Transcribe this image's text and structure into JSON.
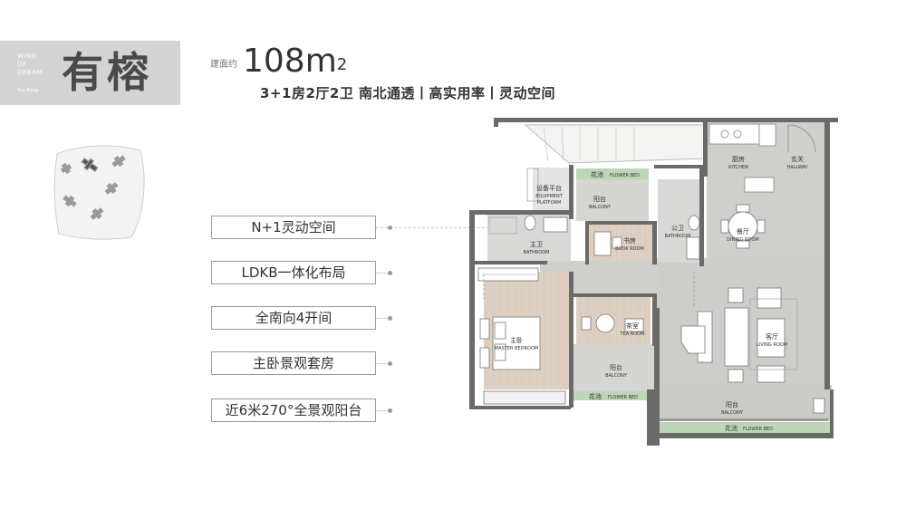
{
  "brand": {
    "en_line1": "WING",
    "en_line2": "OF",
    "en_line3": "DREAM",
    "en_sub": "You Rong",
    "cn_name": "有榕"
  },
  "unit": {
    "area_label": "建面约",
    "area_value": "108m",
    "area_exp": "2",
    "tagline": "3+1房2厅2卫  南北通透丨高实用率丨灵动空间"
  },
  "features": [
    "N+1灵动空间",
    "LDKB一体化布局",
    "全南向4开间",
    "主卧景观套房",
    "近6米270°全景观阳台"
  ],
  "rooms": {
    "kitchen_cn": "厨房",
    "kitchen_en": "KITCHEN",
    "hallway_cn": "玄关",
    "hallway_en": "HALLWAY",
    "dining_cn": "餐厅",
    "dining_en": "DINING ROOM",
    "living_cn": "客厅",
    "living_en": "LIVING ROOM",
    "master_cn": "主卧",
    "master_en": "MASTER BEDROOM",
    "master_bath_cn": "主卫",
    "master_bath_en": "BATHROOM",
    "public_bath_cn": "公卫",
    "public_bath_en": "BATHROOM",
    "book_cn": "书房",
    "book_en": "BOOK ROOM",
    "tea_cn": "茶室",
    "tea_en": "TEA ROOM",
    "equip_cn": "设备平台",
    "equip_en1": "EQUIPMENT",
    "equip_en2": "PLATFORM",
    "balcony_cn": "阳台",
    "balcony_en": "BALCONY",
    "flowerbed_cn": "花池",
    "flowerbed_en": "FLOWER BED"
  },
  "colors": {
    "marble": "#cfcfcc",
    "wood": "#ddd0c2",
    "wall": "#6a6a6a",
    "flowerbed": "#bcd6b7",
    "brand_box": "#d4d4d4"
  }
}
